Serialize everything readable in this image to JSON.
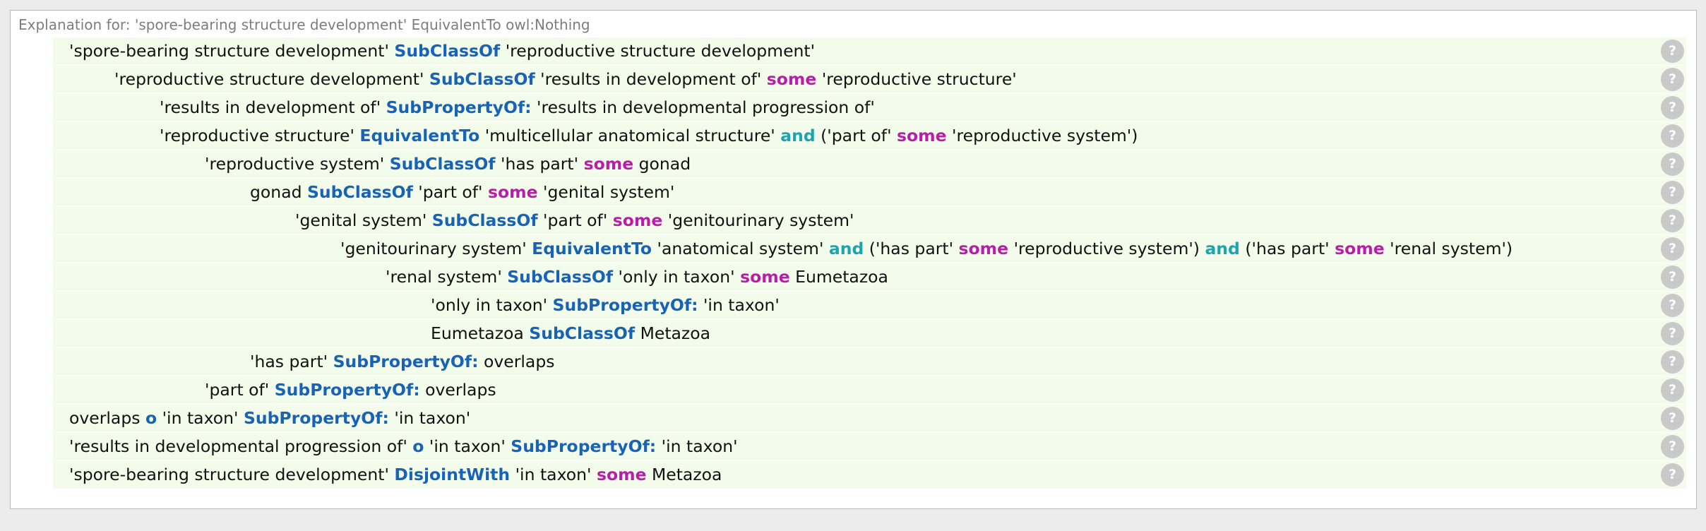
{
  "panel": {
    "title": "Explanation for: 'spore-bearing structure development' EquivalentTo owl:Nothing"
  },
  "help_icon_glyph": "?",
  "colors": {
    "keyword": "#1863b5",
    "some": "#b81fa8",
    "and": "#1aa5b0",
    "row_background": "#f3fceb"
  },
  "rows": [
    {
      "depth": 0,
      "tokens": [
        [
          "t",
          "'spore-bearing structure development' "
        ],
        [
          "kw",
          "SubClassOf"
        ],
        [
          "t",
          " 'reproductive structure development'"
        ]
      ]
    },
    {
      "depth": 1,
      "tokens": [
        [
          "t",
          "'reproductive structure development' "
        ],
        [
          "kw",
          "SubClassOf"
        ],
        [
          "t",
          " 'results in development of' "
        ],
        [
          "some",
          "some"
        ],
        [
          "t",
          " 'reproductive structure'"
        ]
      ]
    },
    {
      "depth": 2,
      "tokens": [
        [
          "t",
          "'results in development of' "
        ],
        [
          "kw",
          "SubPropertyOf:"
        ],
        [
          "t",
          " 'results in developmental progression of'"
        ]
      ]
    },
    {
      "depth": 2,
      "tokens": [
        [
          "t",
          "'reproductive structure' "
        ],
        [
          "kw",
          "EquivalentTo"
        ],
        [
          "t",
          " 'multicellular anatomical structure' "
        ],
        [
          "and",
          "and"
        ],
        [
          "t",
          " ('part of' "
        ],
        [
          "some",
          "some"
        ],
        [
          "t",
          " 'reproductive system')"
        ]
      ]
    },
    {
      "depth": 3,
      "tokens": [
        [
          "t",
          "'reproductive system' "
        ],
        [
          "kw",
          "SubClassOf"
        ],
        [
          "t",
          " 'has part' "
        ],
        [
          "some",
          "some"
        ],
        [
          "t",
          " gonad"
        ]
      ]
    },
    {
      "depth": 4,
      "tokens": [
        [
          "t",
          "gonad "
        ],
        [
          "kw",
          "SubClassOf"
        ],
        [
          "t",
          " 'part of' "
        ],
        [
          "some",
          "some"
        ],
        [
          "t",
          " 'genital system'"
        ]
      ]
    },
    {
      "depth": 5,
      "tokens": [
        [
          "t",
          "'genital system' "
        ],
        [
          "kw",
          "SubClassOf"
        ],
        [
          "t",
          " 'part of' "
        ],
        [
          "some",
          "some"
        ],
        [
          "t",
          " 'genitourinary system'"
        ]
      ]
    },
    {
      "depth": 6,
      "tokens": [
        [
          "t",
          "'genitourinary system' "
        ],
        [
          "kw",
          "EquivalentTo"
        ],
        [
          "t",
          " 'anatomical system' "
        ],
        [
          "and",
          "and"
        ],
        [
          "t",
          " ('has part' "
        ],
        [
          "some",
          "some"
        ],
        [
          "t",
          " 'reproductive system') "
        ],
        [
          "and",
          "and"
        ],
        [
          "t",
          " ('has part' "
        ],
        [
          "some",
          "some"
        ],
        [
          "t",
          " 'renal system')"
        ]
      ]
    },
    {
      "depth": 7,
      "tokens": [
        [
          "t",
          "'renal system' "
        ],
        [
          "kw",
          "SubClassOf"
        ],
        [
          "t",
          " 'only in taxon' "
        ],
        [
          "some",
          "some"
        ],
        [
          "t",
          " Eumetazoa"
        ]
      ]
    },
    {
      "depth": 8,
      "tokens": [
        [
          "t",
          "'only in taxon' "
        ],
        [
          "kw",
          "SubPropertyOf:"
        ],
        [
          "t",
          " 'in taxon'"
        ]
      ]
    },
    {
      "depth": 8,
      "tokens": [
        [
          "t",
          "Eumetazoa "
        ],
        [
          "kw",
          "SubClassOf"
        ],
        [
          "t",
          " Metazoa"
        ]
      ]
    },
    {
      "depth": 4,
      "tokens": [
        [
          "t",
          "'has part' "
        ],
        [
          "kw",
          "SubPropertyOf:"
        ],
        [
          "t",
          " overlaps"
        ]
      ]
    },
    {
      "depth": 3,
      "tokens": [
        [
          "t",
          "'part of' "
        ],
        [
          "kw",
          "SubPropertyOf:"
        ],
        [
          "t",
          " overlaps"
        ]
      ]
    },
    {
      "depth": 0,
      "tokens": [
        [
          "t",
          "overlaps "
        ],
        [
          "kw",
          "o"
        ],
        [
          "t",
          " 'in taxon' "
        ],
        [
          "kw",
          "SubPropertyOf:"
        ],
        [
          "t",
          " 'in taxon'"
        ]
      ]
    },
    {
      "depth": 0,
      "tokens": [
        [
          "t",
          "'results in developmental progression of' "
        ],
        [
          "kw",
          "o"
        ],
        [
          "t",
          " 'in taxon' "
        ],
        [
          "kw",
          "SubPropertyOf:"
        ],
        [
          "t",
          " 'in taxon'"
        ]
      ]
    },
    {
      "depth": 0,
      "tokens": [
        [
          "t",
          "'spore-bearing structure development' "
        ],
        [
          "kw",
          "DisjointWith"
        ],
        [
          "t",
          " 'in taxon' "
        ],
        [
          "some",
          "some"
        ],
        [
          "t",
          " Metazoa"
        ]
      ]
    }
  ]
}
